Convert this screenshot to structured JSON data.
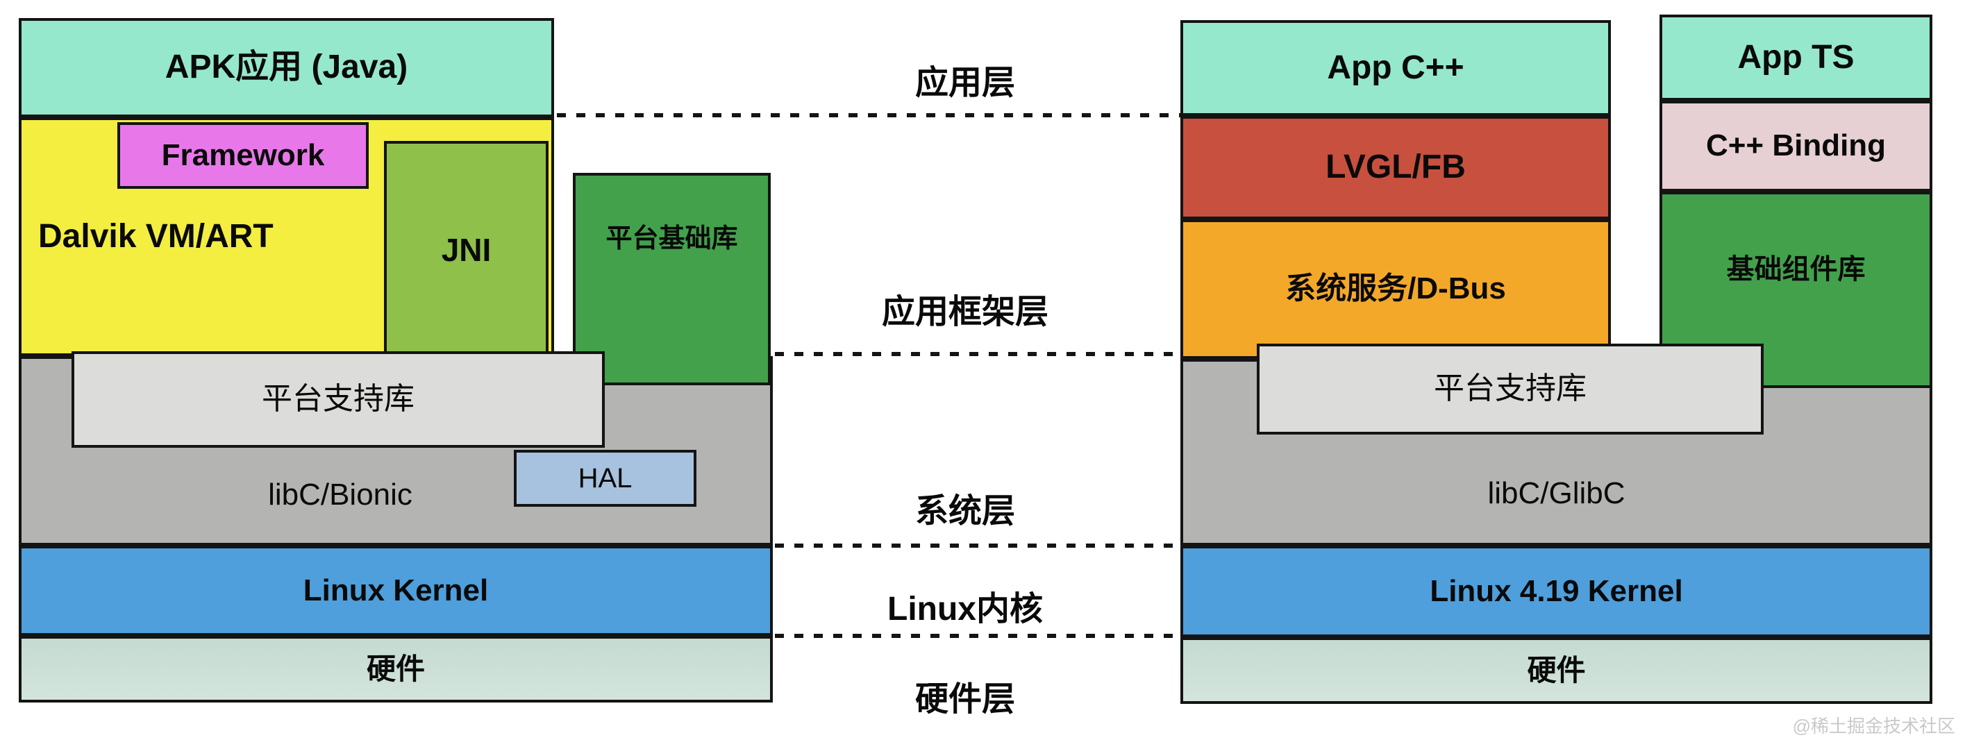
{
  "layer_labels": {
    "application": "应用层",
    "app_framework": "应用框架层",
    "system": "系统层",
    "linux_kernel": "Linux内核",
    "hardware": "硬件层"
  },
  "android_stack": {
    "apk_app": "APK应用 (Java)",
    "framework": "Framework",
    "dalvik_vm": "Dalvik VM/ART",
    "jni": "JNI",
    "platform_base_lib": "平台基础库",
    "platform_support_lib": "平台支持库",
    "libc": "libC/Bionic",
    "hal": "HAL",
    "kernel": "Linux Kernel",
    "hardware": "硬件"
  },
  "linux_stack": {
    "app_cpp": "App C++",
    "lvgl_fb": "LVGL/FB",
    "system_service_dbus": "系统服务/D-Bus",
    "app_ts": "App TS",
    "cpp_binding": "C++ Binding",
    "base_component_lib": "基础组件库",
    "platform_support_lib": "平台支持库",
    "libc": "libC/GlibC",
    "kernel": "Linux 4.19 Kernel",
    "hardware": "硬件"
  },
  "watermark": "@稀土掘金技术社区",
  "colors": {
    "teal": "#95e8cb",
    "yellow": "#f3ee40",
    "magenta": "#e878e9",
    "jni_green": "#8fc04a",
    "dark_green": "#43a14c",
    "light_gray": "#dcdcda",
    "mid_gray": "#b4b4b2",
    "hal_blue": "#a7c2de",
    "kernel_blue": "#4e9fdc",
    "hardware_pale": "#cddfd7",
    "lvgl_red": "#c8503e",
    "service_orange": "#f4a829",
    "binding_pink": "#e6d0d4",
    "border": "#141414",
    "watermark_gray": "#c9c9c9",
    "background": "#ffffff"
  }
}
